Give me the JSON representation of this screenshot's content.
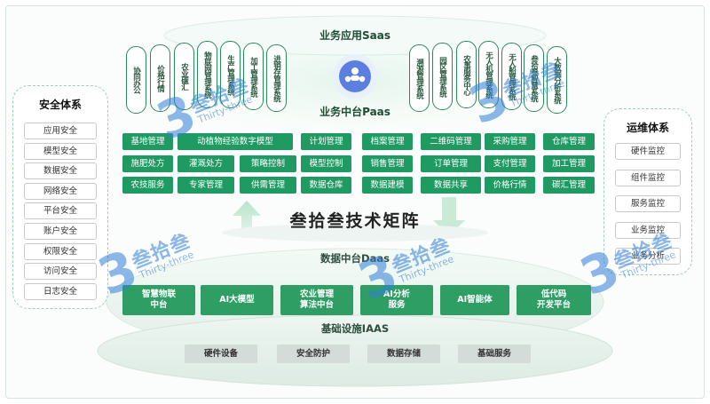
{
  "top_layer": {
    "title": "业务应用Saas"
  },
  "apps_left": [
    "协同办公",
    "价格行情",
    "农业碳汇",
    "物联网管理系统",
    "生产管理系统",
    "加工管理系统",
    "进销存管理系统"
  ],
  "apps_right": [
    "溯源管理系统",
    "园区管理系统",
    "农事服务中心",
    "无人机管理系统",
    "无人船管理系统",
    "叁拾叁智慧系统",
    "大数据分析系统"
  ],
  "paas": {
    "title": "业务中台Paas",
    "rows": [
      [
        "基地管理",
        "动植物经验数字模型",
        "计划管理",
        "档案管理",
        "二维码管理",
        "采购管理",
        "仓库管理"
      ],
      [
        "施肥处方",
        "灌溉处方",
        "策略控制",
        "模型控制",
        "销售管理",
        "订单管理",
        "支付管理",
        "加工管理"
      ],
      [
        "农技服务",
        "专家管理",
        "供需管理",
        "数据仓库",
        "数据建模",
        "数据共享",
        "价格行情",
        "碳汇管理"
      ]
    ]
  },
  "security": {
    "title": "安全体系",
    "items": [
      "应用安全",
      "模型安全",
      "数据安全",
      "网络安全",
      "平台安全",
      "账户安全",
      "权限安全",
      "访问安全",
      "日志安全"
    ]
  },
  "ops": {
    "title": "运维体系",
    "items": [
      "硬件监控",
      "组件监控",
      "服务监控",
      "业务监控",
      "业务分析"
    ]
  },
  "matrix_title": "叁拾叁技术矩阵",
  "daas": {
    "title": "数据中台Daas",
    "items": [
      "智慧物联中台",
      "AI大模型",
      "农业管理算法中台",
      "AI分析服务",
      "AI智能体",
      "低代码开发平台"
    ]
  },
  "iaas": {
    "title": "基础设施IAAS",
    "items": [
      "硬件设备",
      "安全防护",
      "数据存储",
      "基础服务"
    ]
  },
  "watermark": {
    "logo_text": "叁拾叁",
    "logo_sub": "Thirty-three",
    "digit": "3"
  },
  "colors": {
    "green": "#1f9a62",
    "green_dark": "#1e4d34",
    "watermark_blue": "#2f7fd8",
    "iaas_grey": "#d4dcda"
  }
}
